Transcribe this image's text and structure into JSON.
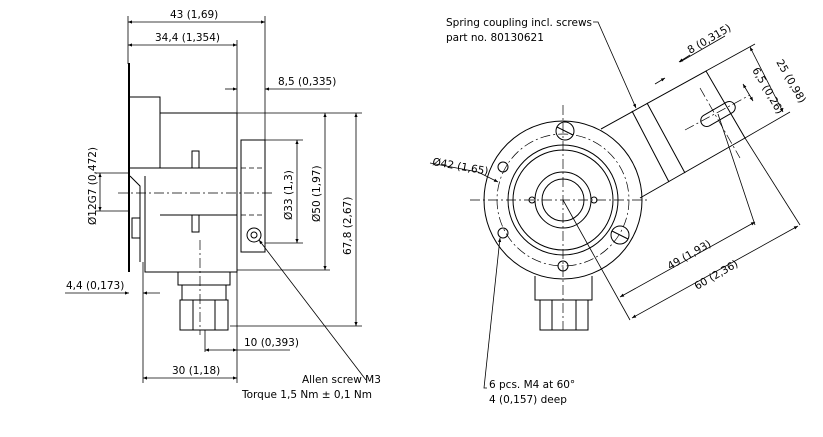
{
  "side_view": {
    "dim_overall_length": "43 (1,69)",
    "dim_body_length": "34,4 (1,354)",
    "dim_clamp_width": "8,5 (0,335)",
    "dim_clamp_diameter": "Ø33 (1,3)",
    "dim_body_diameter": "Ø50 (1,97)",
    "dim_overall_height": "67,8 (2,67)",
    "dim_shaft_bore": "Ø12G7 (0,472)",
    "dim_flange_offset": "4,4 (0,173)",
    "dim_gland_offset": "10 (0,393)",
    "dim_gland_position": "30 (1,18)",
    "allen_screw_label": "Allen screw M3",
    "torque_label": "Torque 1,5 Nm ± 0,1 Nm"
  },
  "front_view": {
    "coupling_label": "Spring coupling incl. screws",
    "part_number_label": "part no. 80130621",
    "dim_slot_width": "8 (0,315)",
    "dim_arm_width": "25 (0,98)",
    "dim_slot_height": "6,5 (0,26)",
    "dim_bolt_circle": "Ø42 (1,65)",
    "dim_slot_radius": "49 (1,93)",
    "dim_arm_length": "60 (2,36)",
    "holes_label": "6 pcs. M4 at 60°",
    "holes_depth_label": "4 (0,157) deep"
  }
}
